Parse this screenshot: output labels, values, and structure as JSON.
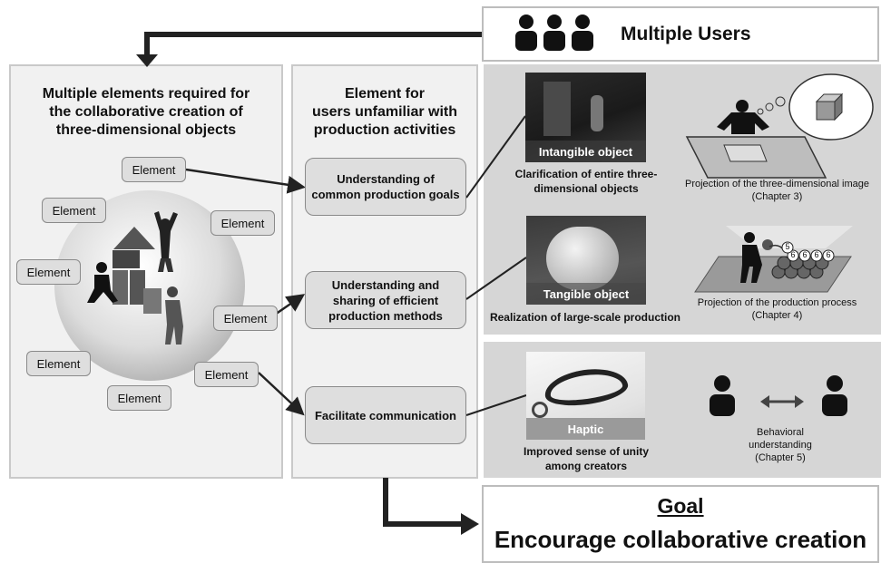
{
  "users": {
    "label": "Multiple Users",
    "icon": "users-icon"
  },
  "left_panel": {
    "title": "Multiple elements required for\nthe collaborative creation of\nthree-dimensional objects",
    "element_label": "Element"
  },
  "middle_panel": {
    "title": "Element for\nusers unfamiliar with\nproduction activities",
    "items": [
      "Understanding of\ncommon production goals",
      "Understanding and\nsharing of efficient\nproduction methods",
      "Facilitate communication"
    ]
  },
  "rows": [
    {
      "photo_label": "Intangible object",
      "photo_caption": "Clarification of entire three-\ndimensional objects",
      "right_caption": "Projection of the three-dimensional image\n(Chapter 3)"
    },
    {
      "photo_label": "Tangible object",
      "photo_caption": "Realization of large-scale production",
      "right_caption": "Projection of the production process\n(Chapter 4)",
      "ball_numbers": [
        "5",
        "6",
        "6",
        "6",
        "6"
      ]
    },
    {
      "photo_label": "Haptic",
      "photo_caption": "Improved sense of unity\namong creators",
      "right_caption": "Behavioral\nunderstanding\n(Chapter 5)"
    }
  ],
  "goal": {
    "title": "Goal",
    "text": "Encourage collaborative creation"
  },
  "colors": {
    "panel": "#f1f1f1",
    "dark_panel": "#d6d6d6",
    "box": "#dedede",
    "arrow": "#222222"
  }
}
